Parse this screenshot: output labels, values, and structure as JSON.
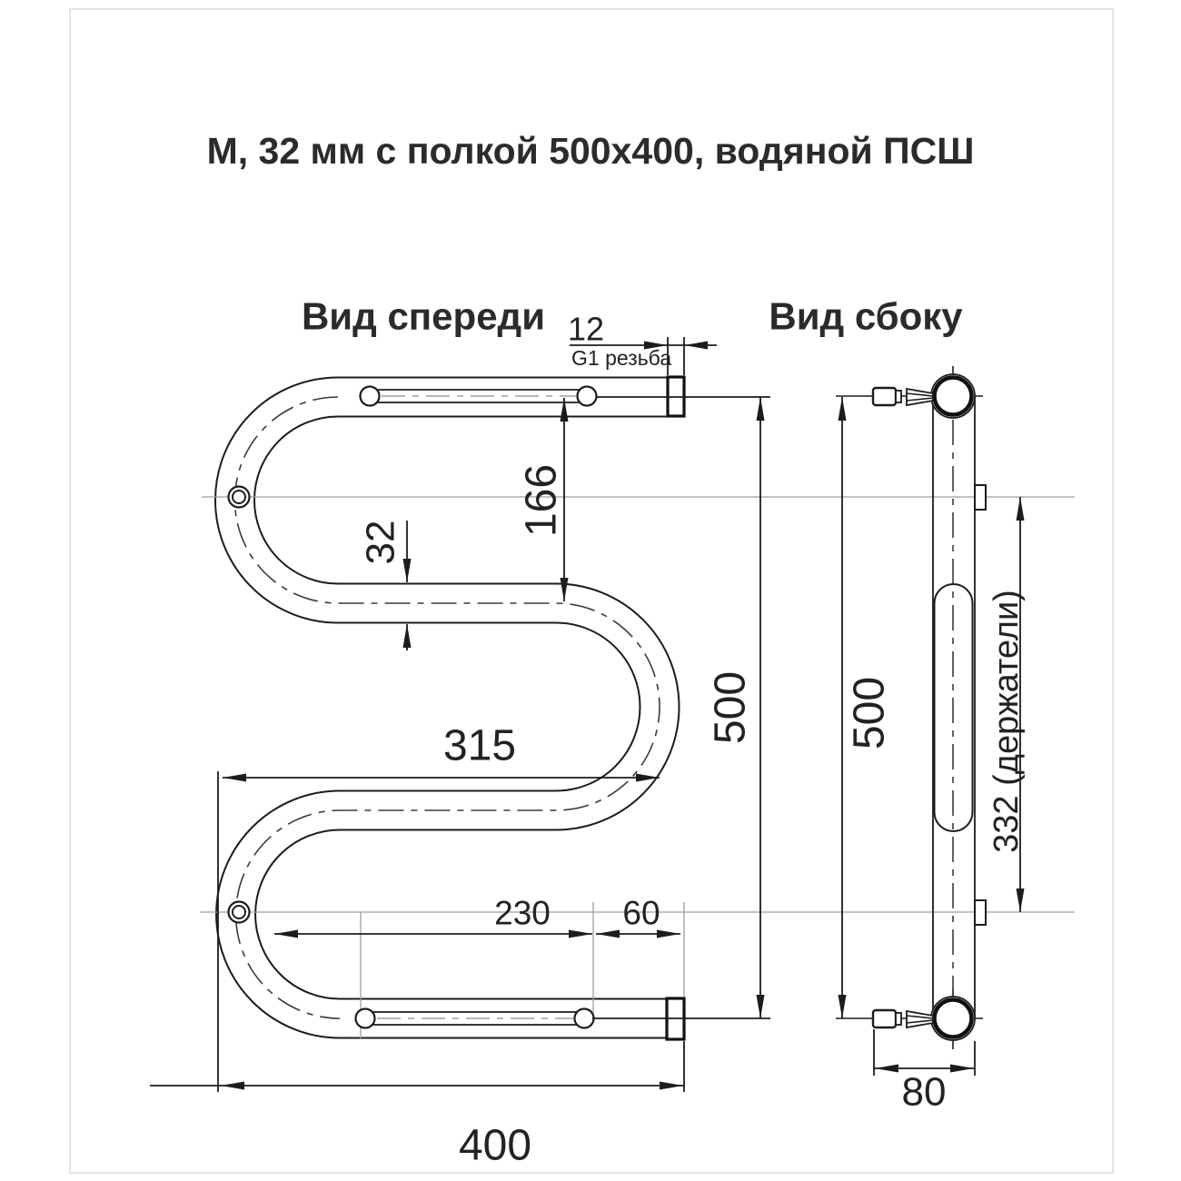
{
  "title": "М, 32 мм с полкой 500x400, водяной ПСШ",
  "views": {
    "front": {
      "label": "Вид спереди"
    },
    "side": {
      "label": "Вид сбоку"
    }
  },
  "dims": {
    "thread_len": "12",
    "thread_note": "G1 резьба",
    "top_drop": "166",
    "pipe_d": "32",
    "mid_width": "315",
    "front_height": "500",
    "shelf_span": "230",
    "shelf_overhang": "60",
    "total_width": "400",
    "side_height": "500",
    "holders": "332 (держатели)",
    "depth": "80"
  },
  "colors": {
    "line": "#1c1c1c",
    "guide": "#9d9d9d",
    "text": "#2b2b2b"
  }
}
